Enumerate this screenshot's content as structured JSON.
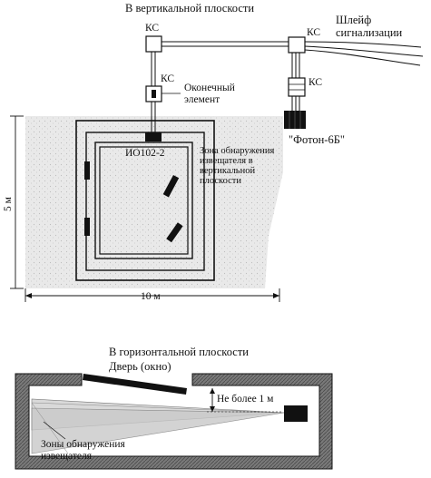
{
  "top": {
    "title": "В вертикальной плоскости",
    "ks1": "КС",
    "ks2": "КС",
    "ks3": "КС",
    "ks4": "КС",
    "loop_line1": "Шлейф",
    "loop_line2": "сигнализации",
    "end_element_line1": "Оконечный",
    "end_element_line2": "элемент",
    "detector": "ИО102-2",
    "zone_line1": "Зона обнаружения",
    "zone_line2": "извещателя в",
    "zone_line3": "вертикальной",
    "zone_line4": "плоскости",
    "device": "\"Фотон-6Б\"",
    "dim_height": "5 м",
    "dim_width": "10 м"
  },
  "bottom": {
    "title": "В горизонтальной плоскости",
    "door": "Дверь (окно)",
    "max_distance": "Не более 1 м",
    "zones_line1": "Зоны обнаружения",
    "zones_line2": "извещателя"
  }
}
